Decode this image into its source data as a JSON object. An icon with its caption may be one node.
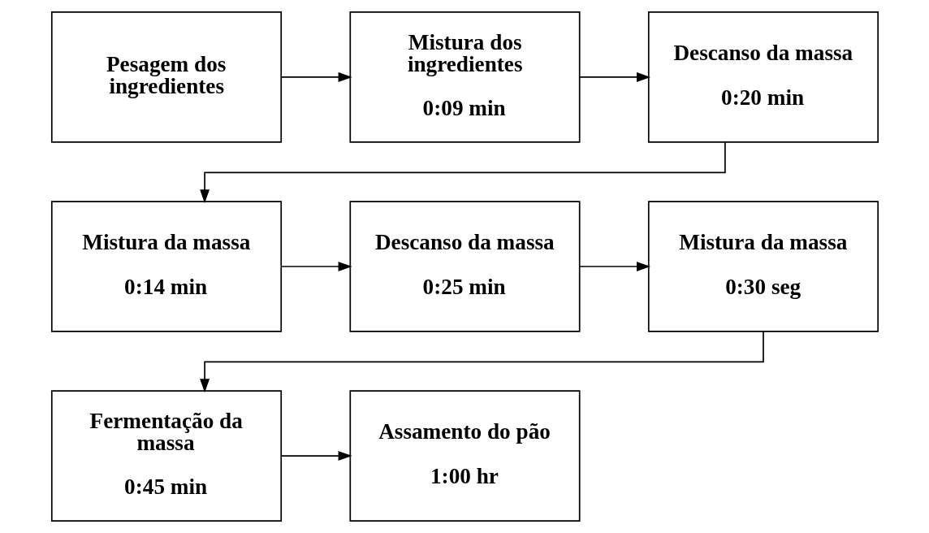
{
  "diagram": {
    "nodes": [
      {
        "text": [
          "Pesagem dos ingredientes"
        ]
      },
      {
        "text": [
          "Mistura dos ingredientes",
          "0:09 min"
        ]
      },
      {
        "text": [
          "Descanso da massa",
          "0:20 min"
        ]
      },
      {
        "text": [
          "Mistura da massa",
          "0:14 min"
        ]
      },
      {
        "text": [
          "Descanso da massa",
          "0:25 min"
        ]
      },
      {
        "text": [
          "Mistura da massa",
          "0:30 seg"
        ]
      },
      {
        "text": [
          "Fermentação da massa",
          "0:45 min"
        ]
      },
      {
        "text": [
          "Assamento do pão",
          "1:00 hr"
        ]
      }
    ],
    "edges": [
      {
        "from": 0,
        "to": 1,
        "arrow": "to"
      },
      {
        "from": 1,
        "to": 2,
        "arrow": "to"
      },
      {
        "from": 2,
        "to": 3,
        "arrow": "to"
      },
      {
        "from": 3,
        "to": 4,
        "arrow": "to"
      },
      {
        "from": 4,
        "to": 5,
        "arrow": "to"
      },
      {
        "from": 5,
        "to": 6,
        "arrow": "to"
      },
      {
        "from": 6,
        "to": 7,
        "arrow": "to"
      }
    ]
  }
}
